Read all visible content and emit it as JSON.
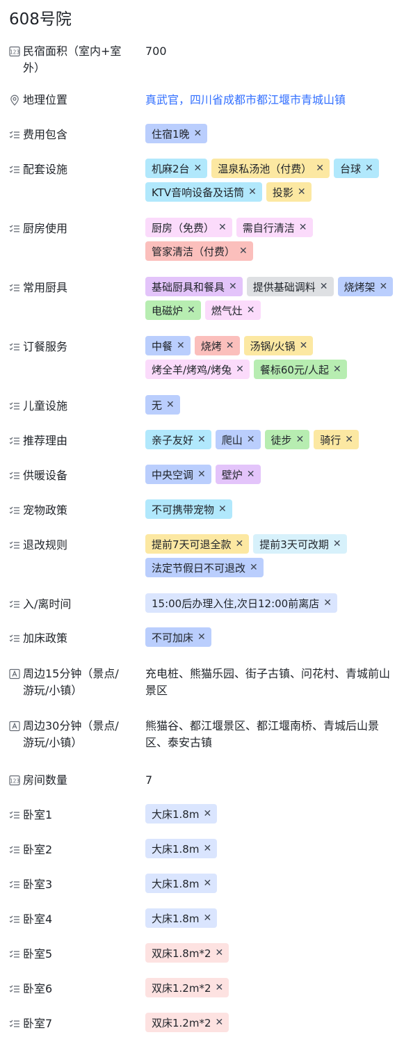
{
  "title": "608号院",
  "fields": [
    {
      "label": "民宿面积（室内+室外）",
      "icon": "number-icon",
      "type": "text",
      "value": "700"
    },
    {
      "label": "地理位置",
      "icon": "location-pin-icon",
      "type": "link",
      "value": "真武官，四川省成都市都江堰市青城山镇"
    },
    {
      "label": "费用包含",
      "icon": "checklist-icon",
      "type": "tags",
      "tags": [
        {
          "text": "住宿1晚",
          "color": "#bacefd"
        }
      ]
    },
    {
      "label": "配套设施",
      "icon": "checklist-icon",
      "type": "tags",
      "tags": [
        {
          "text": "机麻2台",
          "color": "#b1e8fc"
        },
        {
          "text": "温泉私汤池（付费）",
          "color": "#fce8a2"
        },
        {
          "text": "台球",
          "color": "#b1e8fc"
        },
        {
          "text": "KTV音响设备及话筒",
          "color": "#b1e8fc"
        },
        {
          "text": "投影",
          "color": "#fce8a2"
        }
      ]
    },
    {
      "label": "厨房使用",
      "icon": "checklist-icon",
      "type": "tags",
      "tags": [
        {
          "text": "厨房（免费）",
          "color": "#fbdbfb"
        },
        {
          "text": "需自行清洁",
          "color": "#fbdbfb"
        },
        {
          "text": "管家清洁（付费）",
          "color": "#fbbfbc"
        }
      ]
    },
    {
      "label": "常用厨具",
      "icon": "checklist-icon",
      "type": "tags",
      "tags": [
        {
          "text": "基础厨具和餐具",
          "color": "#e3c4fa"
        },
        {
          "text": "提供基础调料",
          "color": "#dee0e3"
        },
        {
          "text": "烧烤架",
          "color": "#bacefd"
        },
        {
          "text": "电磁炉",
          "color": "#b7edb1"
        },
        {
          "text": "燃气灶",
          "color": "#fbdbfb"
        }
      ]
    },
    {
      "label": "订餐服务",
      "icon": "checklist-icon",
      "type": "tags",
      "tags": [
        {
          "text": "中餐",
          "color": "#bacefd"
        },
        {
          "text": "烧烤",
          "color": "#fbbfbc"
        },
        {
          "text": "汤锅/火锅",
          "color": "#fce8a2"
        },
        {
          "text": "烤全羊/烤鸡/烤兔",
          "color": "#fbdbfb"
        },
        {
          "text": "餐标60元/人起",
          "color": "#b7edb1"
        }
      ]
    },
    {
      "label": "儿童设施",
      "icon": "checklist-icon",
      "type": "tags",
      "tags": [
        {
          "text": "无",
          "color": "#bacefd"
        }
      ]
    },
    {
      "label": "推荐理由",
      "icon": "checklist-icon",
      "type": "tags",
      "tags": [
        {
          "text": "亲子友好",
          "color": "#b1e8fc"
        },
        {
          "text": "爬山",
          "color": "#bacefd"
        },
        {
          "text": "徒步",
          "color": "#b7edb1"
        },
        {
          "text": "骑行",
          "color": "#fce8a2"
        }
      ]
    },
    {
      "label": "供暖设备",
      "icon": "checklist-icon",
      "type": "tags",
      "tags": [
        {
          "text": "中央空调",
          "color": "#bacefd"
        },
        {
          "text": "壁炉",
          "color": "#e3c4fa"
        }
      ]
    },
    {
      "label": "宠物政策",
      "icon": "checklist-icon",
      "type": "tags",
      "tags": [
        {
          "text": "不可携带宠物",
          "color": "#b1e8fc"
        }
      ]
    },
    {
      "label": "退改规则",
      "icon": "checklist-icon",
      "type": "tags",
      "tags": [
        {
          "text": "提前7天可退全款",
          "color": "#fce8a2"
        },
        {
          "text": "提前3天可改期",
          "color": "#d7f1fb"
        },
        {
          "text": "法定节假日不可退改",
          "color": "#bacefd"
        }
      ]
    },
    {
      "label": "入/离时间",
      "icon": "checklist-icon",
      "type": "tags",
      "tags": [
        {
          "text": "15:00后办理入住,次日12:00前离店",
          "color": "#dae5fe"
        }
      ]
    },
    {
      "label": "加床政策",
      "icon": "checklist-icon",
      "type": "tags",
      "tags": [
        {
          "text": "不可加床",
          "color": "#bacefd"
        }
      ]
    },
    {
      "label": "周边15分钟（景点/游玩/小镇）",
      "icon": "text-field-icon",
      "type": "text",
      "value": "充电桩、熊猫乐园、街子古镇、问花村、青城前山景区"
    },
    {
      "label": "周边30分钟（景点/游玩/小镇）",
      "icon": "text-field-icon",
      "type": "text",
      "value": "熊猫谷、都江堰景区、都江堰南桥、青城后山景区、泰安古镇"
    },
    {
      "label": "房间数量",
      "icon": "number-icon",
      "type": "text",
      "value": "7"
    },
    {
      "label": "卧室1",
      "icon": "checklist-icon",
      "type": "tags",
      "tags": [
        {
          "text": "大床1.8m",
          "color": "#dae5fe"
        }
      ]
    },
    {
      "label": "卧室2",
      "icon": "checklist-icon",
      "type": "tags",
      "tags": [
        {
          "text": "大床1.8m",
          "color": "#dae5fe"
        }
      ]
    },
    {
      "label": "卧室3",
      "icon": "checklist-icon",
      "type": "tags",
      "tags": [
        {
          "text": "大床1.8m",
          "color": "#dae5fe"
        }
      ]
    },
    {
      "label": "卧室4",
      "icon": "checklist-icon",
      "type": "tags",
      "tags": [
        {
          "text": "大床1.8m",
          "color": "#dae5fe"
        }
      ]
    },
    {
      "label": "卧室5",
      "icon": "checklist-icon",
      "type": "tags",
      "tags": [
        {
          "text": "双床1.8m*2",
          "color": "#fde2e1"
        }
      ]
    },
    {
      "label": "卧室6",
      "icon": "checklist-icon",
      "type": "tags",
      "tags": [
        {
          "text": "双床1.2m*2",
          "color": "#fde2e1"
        }
      ]
    },
    {
      "label": "卧室7",
      "icon": "checklist-icon",
      "type": "tags",
      "tags": [
        {
          "text": "双床1.2m*2",
          "color": "#fde2e1"
        }
      ]
    }
  ]
}
